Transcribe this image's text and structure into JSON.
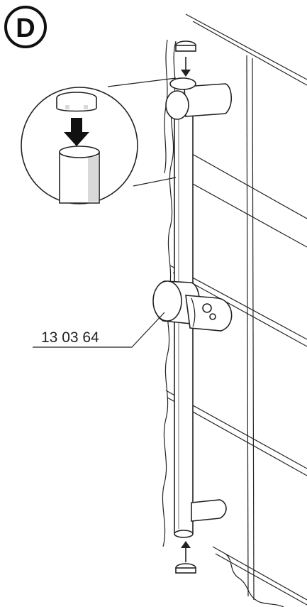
{
  "step": {
    "letter": "D"
  },
  "parts": {
    "holder_part_number": "13 03 64"
  },
  "icons": {
    "step_badge": "circled-letter",
    "cap_insert": "down-arrow",
    "cap_bottom": "up-arrow",
    "magnifier": "detail-circle"
  },
  "colors": {
    "ink": "#222222",
    "background": "#ffffff",
    "shade": "#d9d9d9"
  }
}
